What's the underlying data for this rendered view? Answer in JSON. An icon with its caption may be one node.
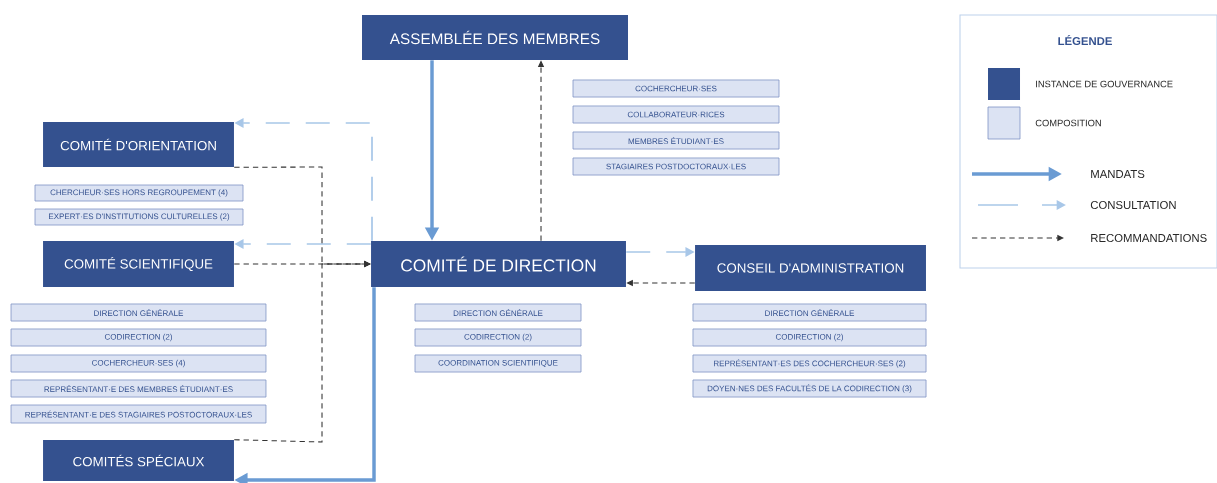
{
  "diagram": {
    "nodes": [
      {
        "text": [
          "ASSEMBLÉE DES MEMBRES"
        ]
      },
      {
        "text": [
          "COCHERCHEUR·SES"
        ]
      },
      {
        "text": [
          "COLLABORATEUR·RICES"
        ]
      },
      {
        "text": [
          "MEMBRES ÉTUDIANT·ES"
        ]
      },
      {
        "text": [
          "STAGIAIRES POSTDOCTORAUX·LES"
        ]
      },
      {
        "text": [
          "COMITÉ D'ORIENTATION"
        ]
      },
      {
        "text": [
          "CHERCHEUR·SES HORS REGROUPEMENT (4)"
        ]
      },
      {
        "text": [
          "EXPERT·ES D'INSTITUTIONS CULTURELLES (2)"
        ]
      },
      {
        "text": [
          "COMITÉ SCIENTIFIQUE"
        ]
      },
      {
        "text": [
          "COMITÉ DE DIRECTION"
        ]
      },
      {
        "text": [
          "CONSEIL D'ADMINISTRATION"
        ]
      },
      {
        "text": [
          "DIRECTION GÉNÉRALE"
        ]
      },
      {
        "text": [
          "CODIRECTION (2)"
        ]
      },
      {
        "text": [
          "COCHERCHEUR·SES (4)"
        ]
      },
      {
        "text": [
          "REPRÉSENTANT·E DES MEMBRES ÉTUDIANT·ES"
        ]
      },
      {
        "text": [
          "REPRÉSENTANT·E DES STAGIAIRES POSTOCTORAUX·LES"
        ]
      },
      {
        "text": [
          "DIRECTION GÉNÉRALE"
        ]
      },
      {
        "text": [
          "CODIRECTION (2)"
        ]
      },
      {
        "text": [
          "COORDINATION SCIENTIFIQUE"
        ]
      },
      {
        "text": [
          "DIRECTION GÉNÉRALE"
        ]
      },
      {
        "text": [
          "CODIRECTION (2)"
        ]
      },
      {
        "text": [
          "REPRÉSENTANT·ES DES COCHERCHEUR·SES (2)"
        ]
      },
      {
        "text": [
          "DOYEN·NES DES FACULTÉS DE LA CODIRECTION (3)"
        ]
      },
      {
        "text": [
          "COMITÉS SPÉCIAUX"
        ]
      }
    ],
    "edges": [
      {
        "from": 0,
        "to": 9,
        "arrow": "to",
        "style": "thick",
        "color": "#6a9bd3"
      },
      {
        "from": 9,
        "to": 23,
        "arrow": "to",
        "style": "thick",
        "color": "#6a9bd3"
      },
      {
        "from": 9,
        "to": 5,
        "arrow": "to",
        "style": "dashed",
        "color": "#a8c7e8"
      },
      {
        "from": 9,
        "to": 8,
        "arrow": "to",
        "style": "dashed",
        "color": "#a8c7e8"
      },
      {
        "from": 9,
        "to": 10,
        "arrow": "to",
        "style": "dashed",
        "color": "#a8c7e8"
      },
      {
        "from": 9,
        "to": 0,
        "arrow": "to",
        "style": "dashed"
      },
      {
        "from": 5,
        "to": 9,
        "arrow": "to",
        "style": "dashed"
      },
      {
        "from": 8,
        "to": 9,
        "arrow": "to",
        "style": "dashed"
      },
      {
        "from": 23,
        "to": 9,
        "arrow": "to",
        "style": "dashed"
      },
      {
        "from": 10,
        "to": 9,
        "arrow": "to",
        "style": "dashed"
      }
    ],
    "labels": [
      "LÉGENDE"
    ],
    "legend": [
      {
        "text": "INSTANCE DE GOUVERNANCE",
        "color": "#34518f"
      },
      {
        "text": "COMPOSITION",
        "color": "#dce3f3"
      },
      {
        "text": "MANDATS"
      },
      {
        "text": "CONSULTATION"
      },
      {
        "text": "RECOMMANDATIONS"
      }
    ]
  }
}
